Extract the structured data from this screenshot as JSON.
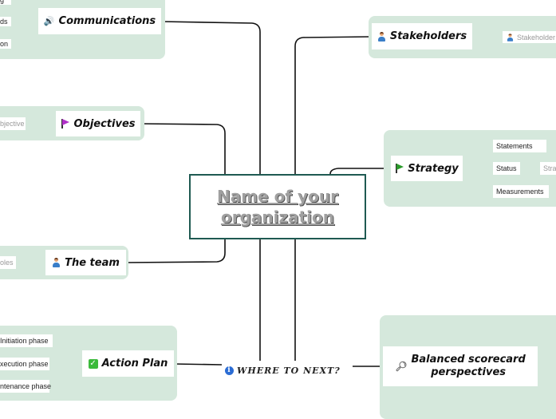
{
  "central": {
    "title_line1": "Name of your",
    "title_line2": "organization"
  },
  "where_next": {
    "label": "WHERE TO NEXT?",
    "icon": "info-icon"
  },
  "communications": {
    "label": "Communications",
    "icon": "speaker-icon",
    "children": [
      "g",
      "ds",
      "on"
    ]
  },
  "stakeholders": {
    "label": "Stakeholders",
    "icon": "person-icon",
    "children": [
      "Stakeholder"
    ]
  },
  "objectives": {
    "label": "Objectives",
    "icon": "flag-icon",
    "icon_color": "#b030c8",
    "children": [
      "bjective"
    ]
  },
  "strategy": {
    "label": "Strategy",
    "icon": "flag-icon",
    "icon_color": "#2a9a2a",
    "children": [
      "Statements",
      "Status",
      "Measurements"
    ],
    "status_child": "Stra"
  },
  "team": {
    "label": "The team",
    "icon": "person-icon",
    "children": [
      "oles"
    ]
  },
  "action_plan": {
    "label": "Action Plan",
    "icon": "check-icon",
    "children": [
      "Initiation phase",
      "xecution phase",
      "ntenance phase"
    ]
  },
  "scorecard": {
    "label_line1": "Balanced scorecard",
    "label_line2": "perspectives",
    "icon": "magnifier-icon"
  },
  "colors": {
    "group_bg": "#d5e8dc",
    "central_border": "#1f5a52",
    "line": "#111111"
  }
}
